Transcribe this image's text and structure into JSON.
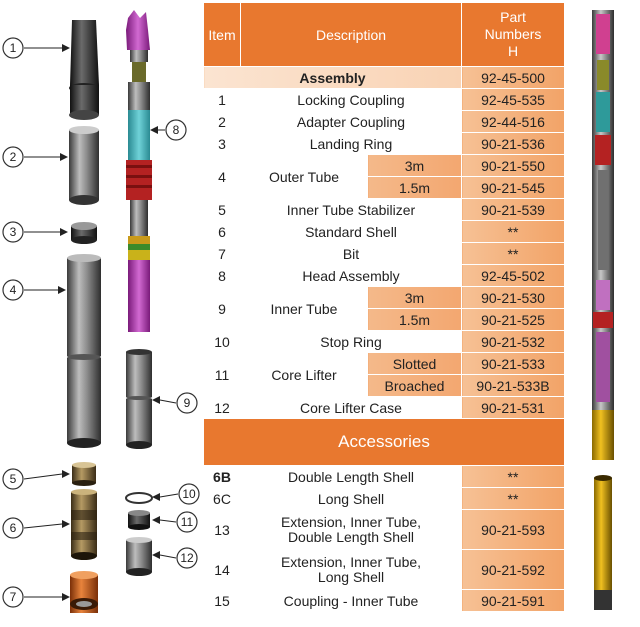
{
  "header": {
    "item": "Item",
    "description": "Description",
    "part_line1": "Part",
    "part_line2": "Numbers",
    "part_line3": "H"
  },
  "assembly": {
    "label": "Assembly",
    "part": "92-45-500"
  },
  "rows": {
    "r1": {
      "item": "1",
      "desc": "Locking Coupling",
      "part": "92-45-535"
    },
    "r2": {
      "item": "2",
      "desc": "Adapter Coupling",
      "part": "92-44-516"
    },
    "r3": {
      "item": "3",
      "desc": "Landing Ring",
      "part": "90-21-536"
    },
    "r4": {
      "item": "4",
      "desc": "Outer Tube",
      "sub1": "3m",
      "part1": "90-21-550",
      "sub2": "1.5m",
      "part2": "90-21-545"
    },
    "r5": {
      "item": "5",
      "desc": "Inner Tube Stabilizer",
      "part": "90-21-539"
    },
    "r6": {
      "item": "6",
      "desc": "Standard Shell",
      "part": "**"
    },
    "r7": {
      "item": "7",
      "desc": "Bit",
      "part": "**"
    },
    "r8": {
      "item": "8",
      "desc": "Head Assembly",
      "part": "92-45-502"
    },
    "r9": {
      "item": "9",
      "desc": "Inner Tube",
      "sub1": "3m",
      "part1": "90-21-530",
      "sub2": "1.5m",
      "part2": "90-21-525"
    },
    "r10": {
      "item": "10",
      "desc": "Stop Ring",
      "part": "90-21-532"
    },
    "r11": {
      "item": "11",
      "desc": "Core Lifter",
      "sub1": "Slotted",
      "part1": "90-21-533",
      "sub2": "Broached",
      "part2": "90-21-533B"
    },
    "r12": {
      "item": "12",
      "desc": "Core Lifter Case",
      "part": "90-21-531"
    }
  },
  "accessories": {
    "title": "Accessories",
    "a6b": {
      "item": "6B",
      "desc": "Double Length Shell",
      "part": "**"
    },
    "a6c": {
      "item": "6C",
      "desc": "Long Shell",
      "part": "**"
    },
    "a13": {
      "item": "13",
      "desc": "Extension, Inner Tube, Double Length Shell",
      "part": "90-21-593"
    },
    "a14": {
      "item": "14",
      "desc": "Extension, Inner Tube, Long Shell",
      "part": "90-21-592"
    },
    "a15": {
      "item": "15",
      "desc": "Coupling - Inner Tube",
      "part": "90-21-591"
    }
  },
  "callouts": [
    "1",
    "2",
    "3",
    "4",
    "5",
    "6",
    "7",
    "8",
    "9",
    "10",
    "11",
    "12"
  ],
  "colors": {
    "header_orange": "#e8782f",
    "part_orange": "#f2a367"
  }
}
